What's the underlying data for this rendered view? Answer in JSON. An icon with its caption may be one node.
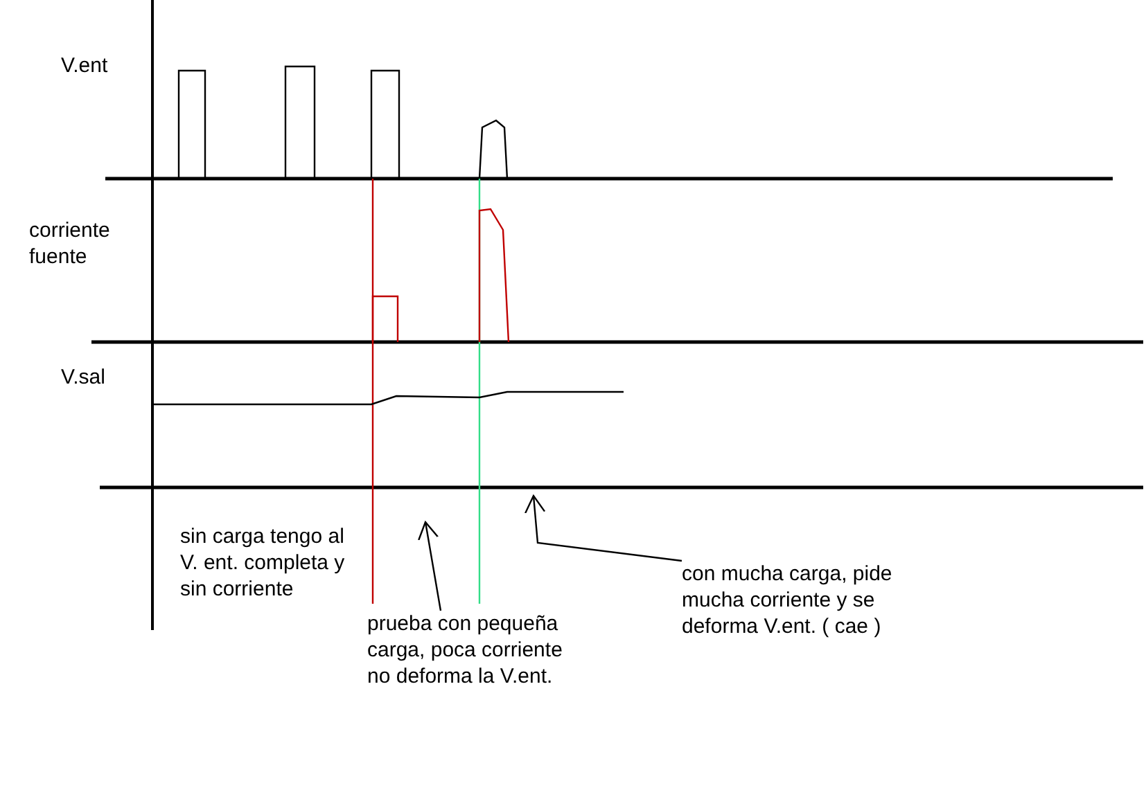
{
  "diagram": {
    "nodes": [
      {
        "text": [
          "prueba con pequeña carga, poca corriente no deforma la V.ent."
        ]
      },
      {
        "text": [
          "con mucha carga, pide mucha corriente y se deforma V.ent. ( cae )"
        ]
      }
    ],
    "edges": [
      {
        "from": 0,
        "to": null,
        "arrow": "to"
      },
      {
        "from": 1,
        "to": null,
        "arrow": "to"
      }
    ],
    "labels": [
      "V.ent",
      "corriente fuente",
      "V.sal",
      "sin carga tengo al V. ent. completa y sin corriente"
    ]
  }
}
